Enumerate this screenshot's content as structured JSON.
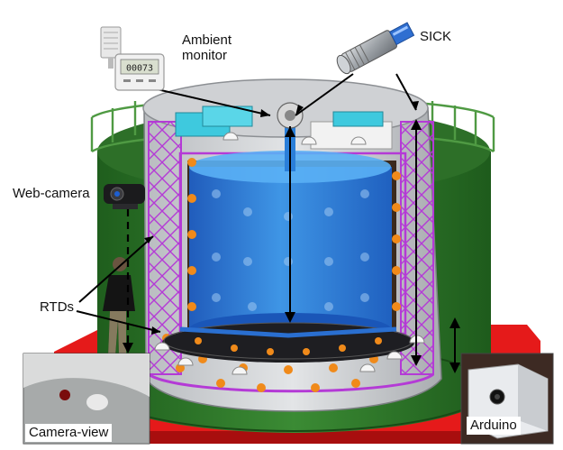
{
  "labels": {
    "ambient_monitor_line1": "Ambient",
    "ambient_monitor_line2": "monitor",
    "sick": "SICK",
    "web_camera": "Web-camera",
    "rtds": "RTDs",
    "camera_view": "Camera-view",
    "arduino": "Arduino"
  },
  "monitor_display": "00073",
  "colors": {
    "outer_tank_green": "#2f7a2b",
    "inner_water_blue": "#2f86e6",
    "support_frame_magenta": "#b43ad6",
    "floor_red": "#e51a1a",
    "pmt_orange": "#f08a1a",
    "lid_cyan": "#3ec9de",
    "railing_green": "#4f9a43"
  },
  "icons": {
    "person": "person-figure-icon",
    "web_camera": "webcam-icon",
    "sick_sensor": "ultrasonic-sensor-icon",
    "ambient_monitor": "data-logger-icon"
  }
}
